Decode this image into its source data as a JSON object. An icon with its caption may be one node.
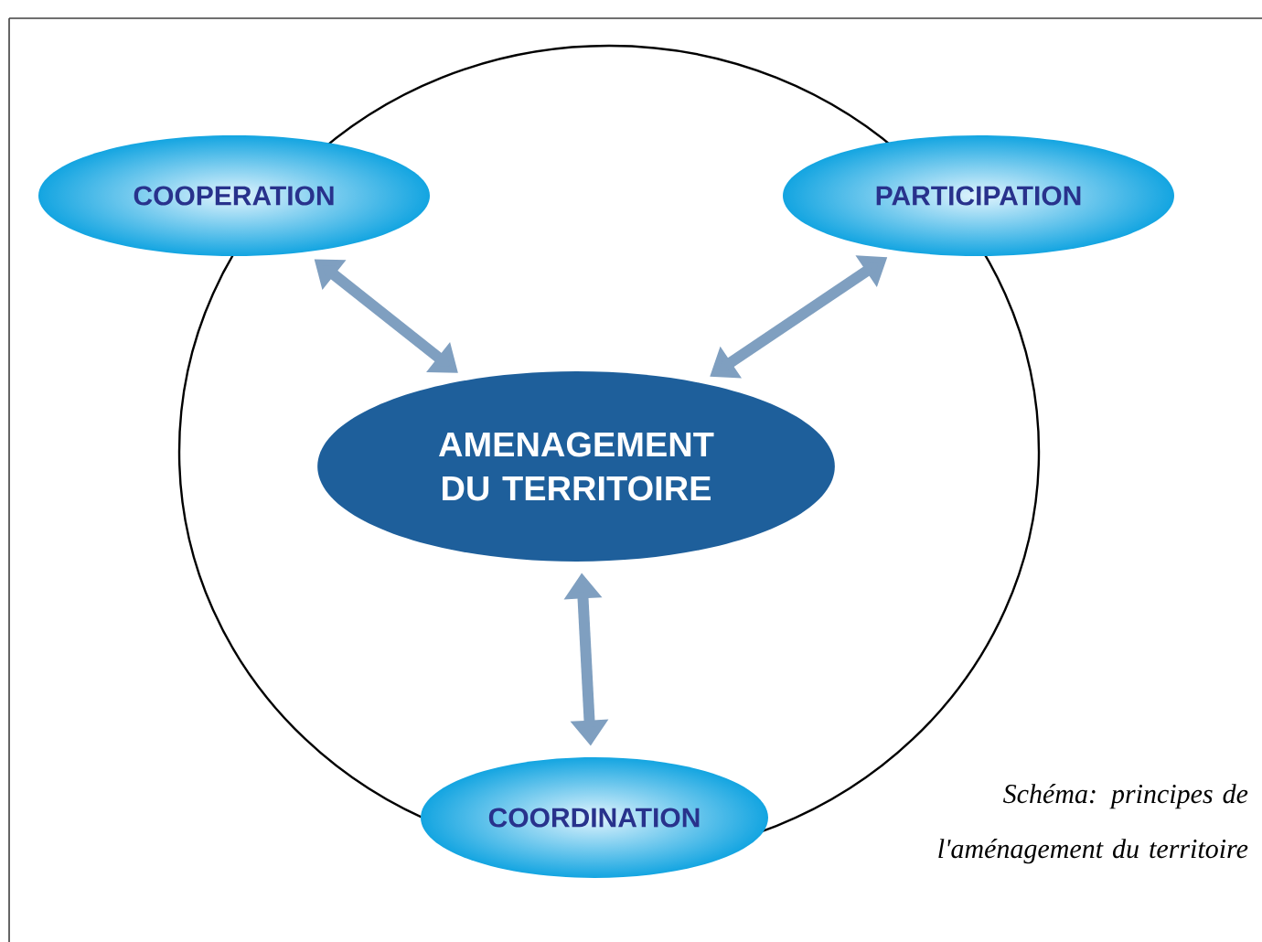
{
  "diagram": {
    "caption": "Schéma: principes de l'aménagement du territoire",
    "nodes": [
      {
        "text": [
          "COOPERATION"
        ]
      },
      {
        "text": [
          "PARTICIPATION"
        ]
      },
      {
        "text": [
          "AMENAGEMENT DU TERRITOIRE"
        ]
      },
      {
        "text": [
          "COORDINATION"
        ]
      }
    ],
    "edges": [
      {
        "from": 2,
        "to": 0,
        "arrow": "both"
      },
      {
        "from": 2,
        "to": 1,
        "arrow": "both"
      },
      {
        "from": 2,
        "to": 3,
        "arrow": "both"
      }
    ]
  }
}
